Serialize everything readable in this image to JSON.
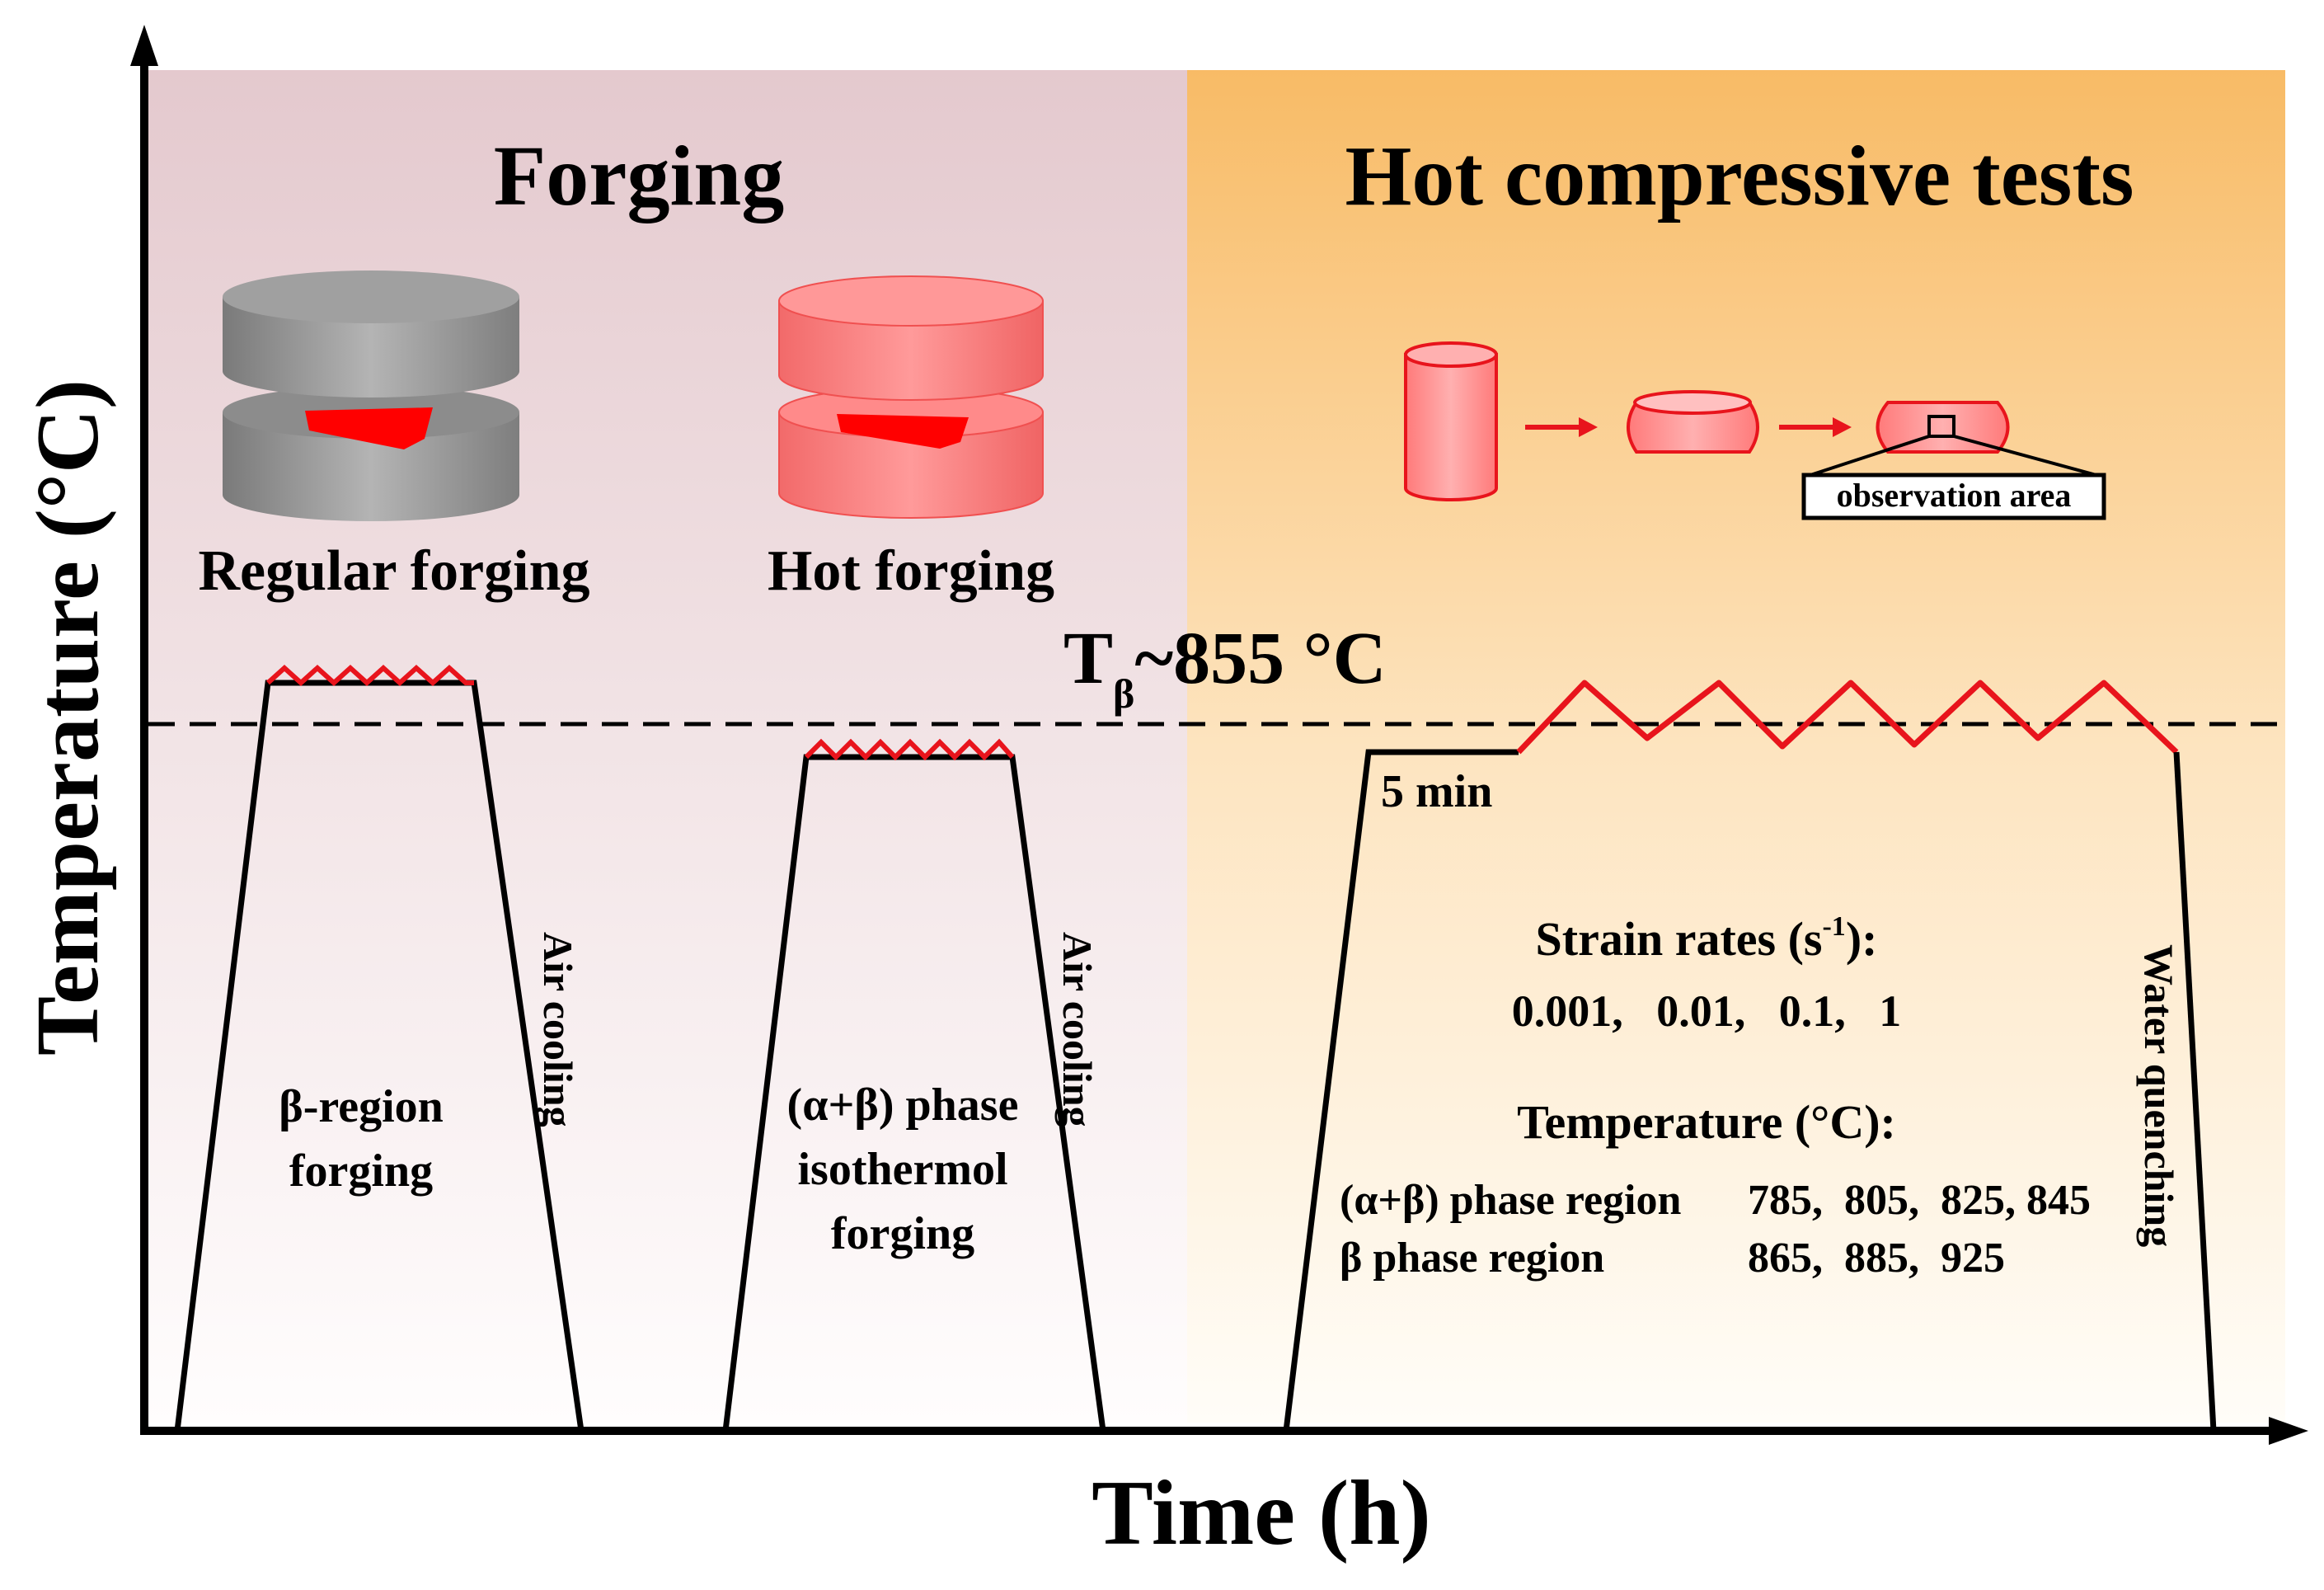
{
  "axes": {
    "y_label": "Temperature (°C)",
    "x_label": "Time (h)"
  },
  "sections": {
    "forging_title": "Forging",
    "compression_title": "Hot compressive tests"
  },
  "forging": {
    "regular_label": "Regular forging",
    "hot_label": "Hot forging"
  },
  "transus": {
    "label_T": "T",
    "label_sub": "β",
    "label_value": "~855 °C"
  },
  "curve1": {
    "line1": "β-region",
    "line2": "forging",
    "cooling": "Air cooling"
  },
  "curve2": {
    "line1": "(α+β) phase",
    "line2": "isothermol",
    "line3": "forging",
    "cooling": "Air cooling"
  },
  "curve3": {
    "hold": "5 min",
    "cooling": "Water quenching"
  },
  "samples": {
    "observation": "observation area"
  },
  "strain": {
    "title_pre": "Strain rates (s",
    "title_sup": "-1",
    "title_post": "):",
    "values": "0.001,   0.01,   0.1,   1"
  },
  "temperature": {
    "title": "Temperature (°C):",
    "ab_region_label": "(α+β) phase region",
    "ab_region_values": "785,  805,  825, 845",
    "b_region_label": "β phase region",
    "b_region_values": "865,  885,  925"
  },
  "colors": {
    "forging_bg_top": "#e6ccd0",
    "compression_bg_top": "#f9bd6a",
    "red_line": "#e8141c",
    "sample_fill": "#ff8080",
    "gray_die": "#9e9e9e"
  }
}
